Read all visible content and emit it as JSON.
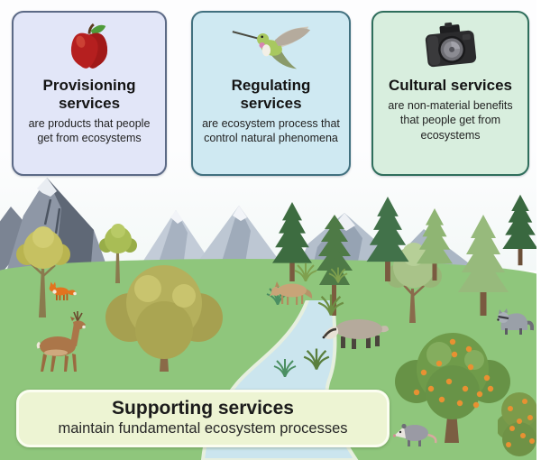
{
  "cards": [
    {
      "icon": "apple-icon",
      "title": "Provisioning services",
      "description": "are products that people get from ecosystems",
      "bg": "#e2e6f8",
      "border_color": "#5c6a86"
    },
    {
      "icon": "hummingbird-icon",
      "title": "Regulating services",
      "description": "are ecosystem process that control natural phenomena",
      "bg": "#cfe9f2",
      "border_color": "#41707f"
    },
    {
      "icon": "camera-icon",
      "title": "Cultural services",
      "description": "are non-material benefits that people get from ecosystems",
      "bg": "#d8eede",
      "border_color": "#2f6e5c"
    }
  ],
  "banner": {
    "title": "Supporting services",
    "description": "maintain fundamental ecosystem processes",
    "bg": "#edf4d3"
  },
  "scene": {
    "elements": [
      "mountains",
      "pine-trees",
      "deciduous-trees",
      "river",
      "grass",
      "fox",
      "coyote",
      "deer",
      "badger",
      "raccoon",
      "opossum",
      "orange-tree",
      "grass-tufts"
    ]
  },
  "colors": {
    "grass": "#8fc67c",
    "river": "#cbe5ee",
    "mountain_gray": "#8e97a6",
    "pine_dark": "#3d6c40",
    "pine_light": "#8fb573",
    "text": "#1b1b1b"
  }
}
